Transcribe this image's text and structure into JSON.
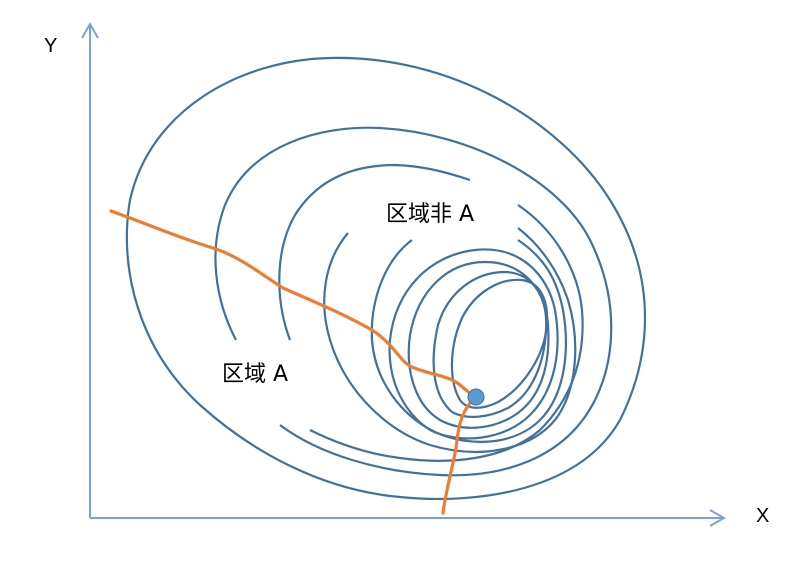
{
  "axes": {
    "x_label": "X",
    "y_label": "Y",
    "axis_color": "#7ba3d1"
  },
  "regions": {
    "region_a": "区域 A",
    "region_not_a": "区域非 A"
  },
  "colors": {
    "contour": "#41719c",
    "path": "#ed7d31",
    "minimum_point_fill": "#5b9bd5",
    "minimum_point_stroke": "#41719c",
    "background": "#ffffff"
  },
  "contours": {
    "count": 9,
    "description": "Nested elliptical contour lines around a minimum"
  },
  "path": {
    "description": "Orange descent path from upper-left, passing through contours to the minimum point, then continuing downward to the X axis"
  },
  "minimum_point": {
    "description": "Blue dot marking the minimum"
  }
}
